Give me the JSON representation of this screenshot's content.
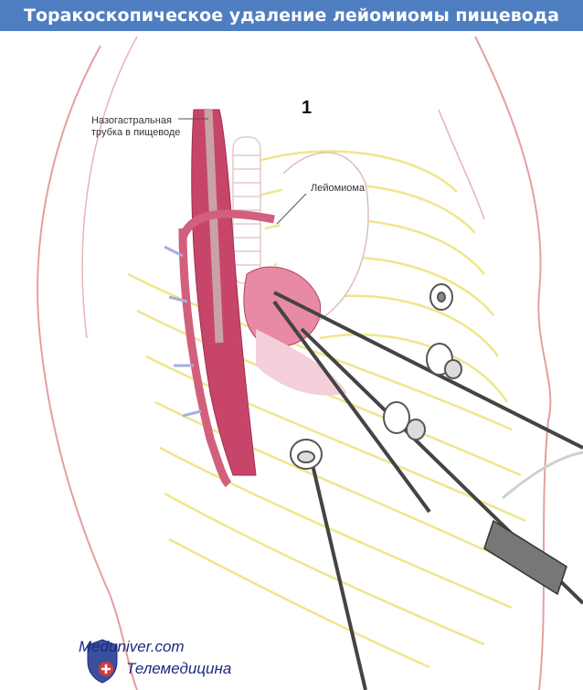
{
  "header": {
    "title": "Торакоскопическое удаление лейомиомы пищевода"
  },
  "figure": {
    "number": "1",
    "labels": {
      "tube_line1": "Назогастральная",
      "tube_line2": "трубка в пищеводе",
      "tumor": "Лейомиома"
    }
  },
  "watermark": {
    "line1": "Meduniver.com",
    "line2": "Телемедицина"
  },
  "colors": {
    "title_bar": "#4f7ec0",
    "ribs": "#f4ee9e",
    "tissue": "#c8456a",
    "outline": "#d88a8a"
  }
}
